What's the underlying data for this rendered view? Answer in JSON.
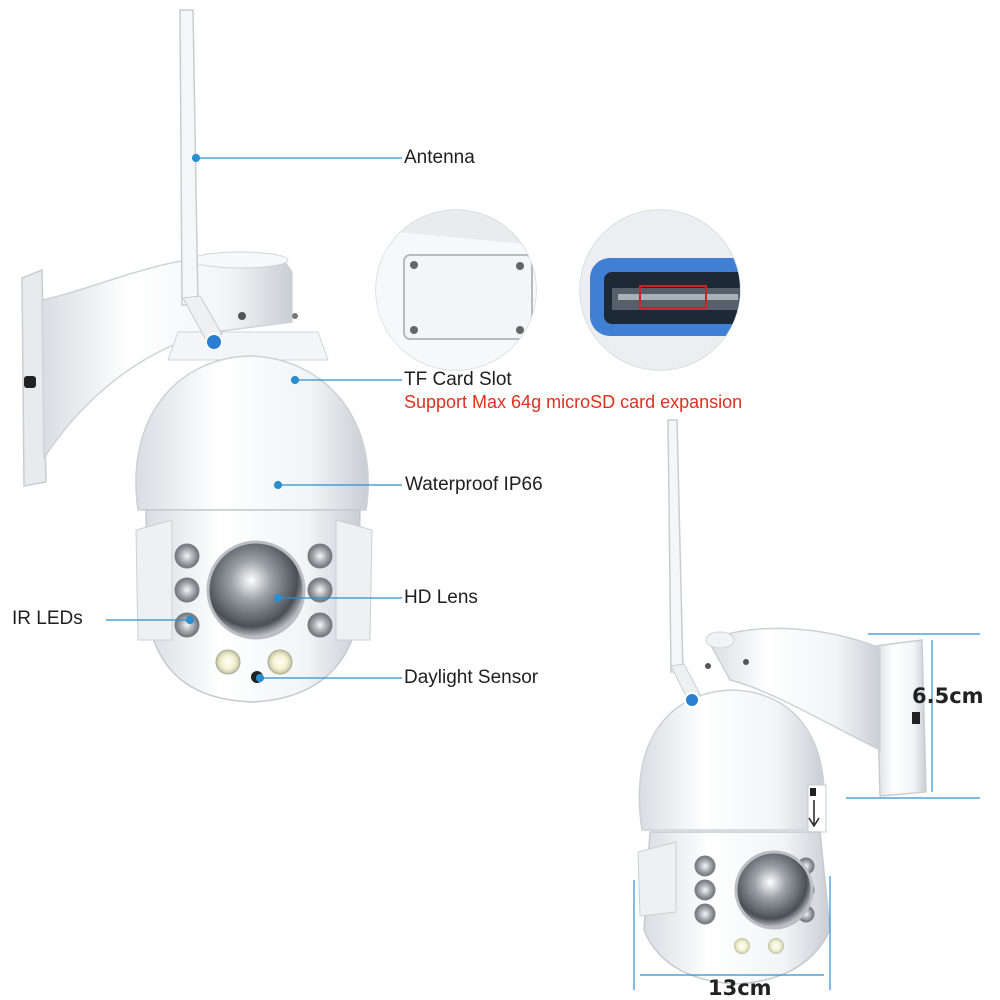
{
  "labels": {
    "antenna": "Antenna",
    "tf_card_slot": "TF Card Slot",
    "tf_card_note": "Support Max 64g microSD card expansion",
    "waterproof": "Waterproof IP66",
    "hd_lens": "HD Lens",
    "ir_leds": "IR LEDs",
    "daylight_sensor": "Daylight Sensor"
  },
  "dimensions": {
    "height": "6.5cm",
    "width": "13cm"
  },
  "colors": {
    "leader_line": "#2a8fd0",
    "note_text": "#e0301e",
    "tf_card_tray": "#3f7fd4",
    "highlight_box": "#d42020"
  }
}
